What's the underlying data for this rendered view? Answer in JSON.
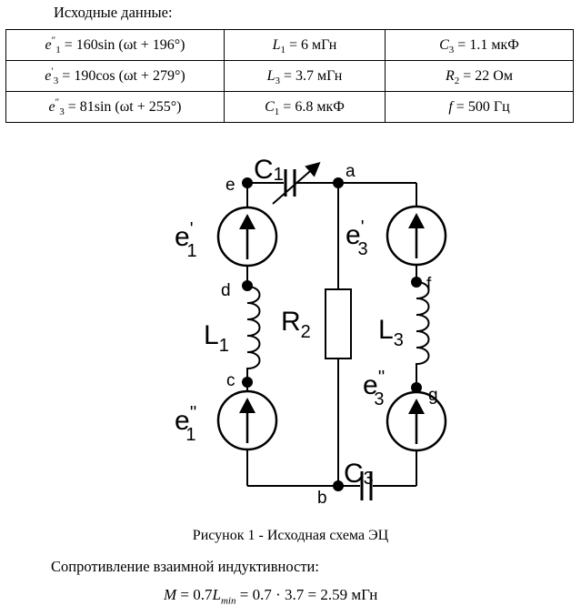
{
  "heading": "Исходные данные:",
  "params": {
    "rows": [
      [
        {
          "sym": "e",
          "sup": "″",
          "sub": "1",
          "body": " = 160sin (ωt + 196°)"
        },
        {
          "sym": "L",
          "sub": "1",
          "body": " = 6 мГн"
        },
        {
          "sym": "C",
          "sub": "3",
          "body": " = 1.1 мкФ"
        }
      ],
      [
        {
          "sym": "e",
          "sup": "′",
          "sub": "3",
          "body": " = 190cos (ωt + 279°)"
        },
        {
          "sym": "L",
          "sub": "3",
          "body": " = 3.7 мГн"
        },
        {
          "sym": "R",
          "sub": "2",
          "body": " = 22 Ом"
        }
      ],
      [
        {
          "sym": "e",
          "sup": "″",
          "sub": "3",
          "body": " = 81sin (ωt + 255°)"
        },
        {
          "sym": "C",
          "sub": "1",
          "body": " = 6.8 мкФ"
        },
        {
          "sym": "f",
          "sub": "",
          "body": " = 500 Гц"
        }
      ]
    ]
  },
  "circuit": {
    "nodes": {
      "a": "a",
      "b": "b",
      "c": "c",
      "d": "d",
      "e": "e",
      "f": "f",
      "g": "g"
    },
    "labels": {
      "C1": {
        "main": "C",
        "sub": "1"
      },
      "C3": {
        "main": "C",
        "sub": "3"
      },
      "e1p": {
        "main": "e",
        "sup": "'",
        "sub": "1"
      },
      "e1pp": {
        "main": "e",
        "sup": "''",
        "sub": "1"
      },
      "e3p": {
        "main": "e",
        "sup": "'",
        "sub": "3"
      },
      "e3pp": {
        "main": "e",
        "sup": "''",
        "sub": "3"
      },
      "L1": {
        "main": "L",
        "sub": "1"
      },
      "L3": {
        "main": "L",
        "sub": "3"
      },
      "R2": {
        "main": "R",
        "sub": "2"
      }
    }
  },
  "caption": "Рисунок 1 - Исходная схема ЭЦ",
  "paragraph": "Сопротивление взаимной индуктивности:",
  "formula": {
    "lhs": "M",
    "mid1": " = 0.7",
    "L": "L",
    "sub": "min",
    "rest": " = 0.7 · 3.7 = 2.59 мГн"
  }
}
